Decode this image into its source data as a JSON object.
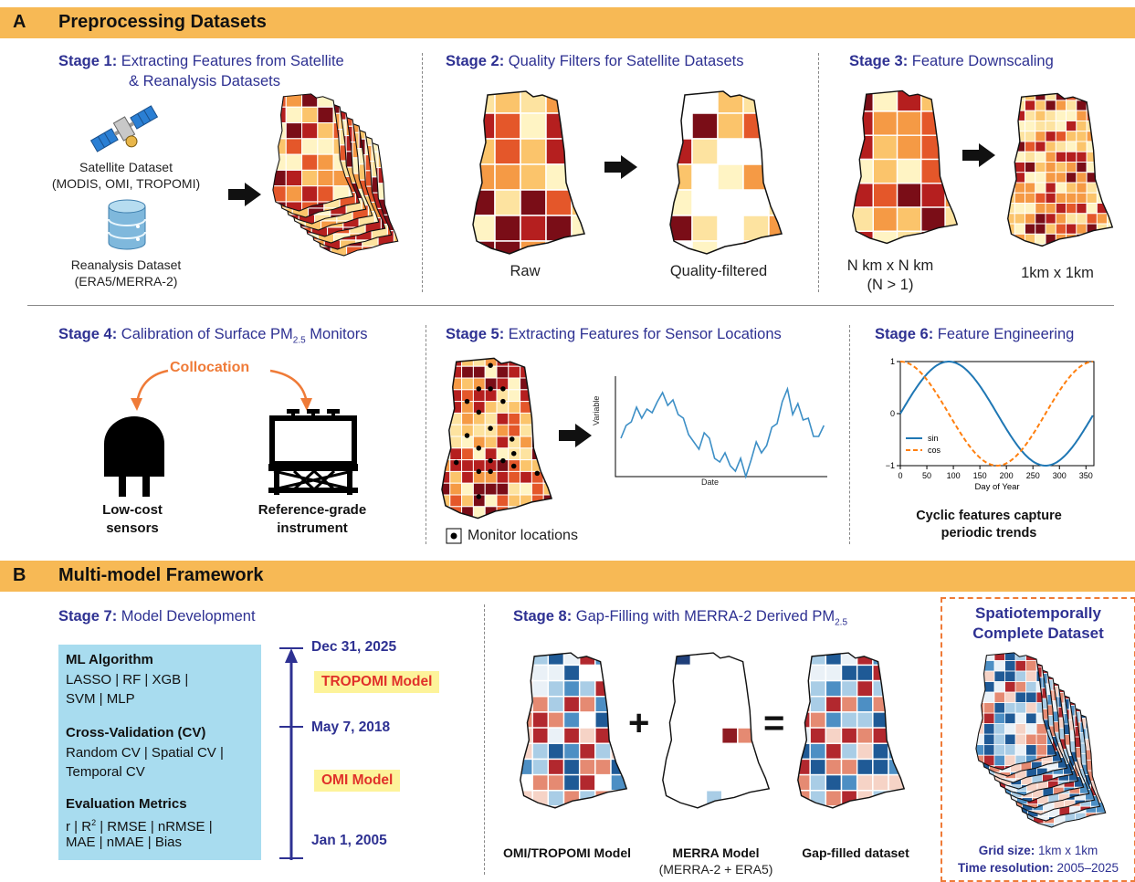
{
  "section_a": {
    "letter": "A",
    "title": "Preprocessing Datasets"
  },
  "section_b": {
    "letter": "B",
    "title": "Multi-model Framework"
  },
  "stage1": {
    "prefix": "Stage 1:",
    "title_line1": "Extracting Features from Satellite",
    "title_line2": "& Reanalysis Datasets",
    "satellite_label_1": "Satellite Dataset",
    "satellite_label_2": "(MODIS, OMI, TROPOMI)",
    "reanalysis_label_1": "Reanalysis Dataset",
    "reanalysis_label_2": "(ERA5/MERRA-2)"
  },
  "stage2": {
    "prefix": "Stage 2:",
    "title": "Quality Filters for Satellite Datasets",
    "raw_label": "Raw",
    "filtered_label": "Quality-filtered"
  },
  "stage3": {
    "prefix": "Stage 3:",
    "title": "Feature Downscaling",
    "coarse_label_1": "N km x N km",
    "coarse_label_2": "(N > 1)",
    "fine_label": "1km x 1km"
  },
  "stage4": {
    "prefix": "Stage 4:",
    "title": "Calibration of Surface PM",
    "title_sub": "2.5",
    "title_suffix": " Monitors",
    "collocation": "Collocation",
    "lowcost_1": "Low-cost",
    "lowcost_2": "sensors",
    "ref_1": "Reference-grade",
    "ref_2": "instrument"
  },
  "stage5": {
    "prefix": "Stage 5:",
    "title": "Extracting Features for Sensor Locations",
    "legend": "Monitor locations",
    "chart_xlabel": "Date",
    "chart_ylabel": "Variable"
  },
  "stage6": {
    "prefix": "Stage 6:",
    "title": "Feature Engineering",
    "caption_1": "Cyclic features capture",
    "caption_2": "periodic trends"
  },
  "stage7": {
    "prefix": "Stage 7:",
    "title": "Model Development",
    "ml_heading": "ML Algorithm",
    "ml_line1": "LASSO | RF | XGB |",
    "ml_line2": "SVM | MLP",
    "cv_heading": "Cross-Validation (CV)",
    "cv_line1": "Random CV | Spatial CV |",
    "cv_line2": "Temporal CV",
    "em_heading": "Evaluation Metrics",
    "em_line1_a": "r | R",
    "em_line1_sup": "2",
    "em_line1_b": " | RMSE | nRMSE |",
    "em_line2": "MAE | nMAE | Bias",
    "date_top": "Dec 31, 2025",
    "date_mid": "May 7, 2018",
    "date_bottom": "Jan 1, 2005",
    "tropomi_model": "TROPOMI Model",
    "omi_model": "OMI Model"
  },
  "stage8": {
    "prefix": "Stage 8:",
    "title": "Gap-Filling with MERRA-2 Derived PM",
    "title_sub": "2.5",
    "omi_tropomi_label": "OMI/TROPOMI Model",
    "merra_label_1": "MERRA Model",
    "merra_label_2": "(MERRA-2 + ERA5)",
    "gapfilled_label": "Gap-filled dataset",
    "plus": "+",
    "equals": "="
  },
  "final": {
    "title_1": "Spatiotemporally",
    "title_2": "Complete Dataset",
    "grid_label": "Grid size:",
    "grid_value": "1km x 1km",
    "time_label": "Time resolution:",
    "time_value": "2005–2025"
  },
  "chart_data": {
    "type": "line",
    "xlabel": "Day of Year",
    "ylabel": "",
    "xlim": [
      0,
      365
    ],
    "ylim": [
      -1,
      1
    ],
    "xticks": [
      0,
      50,
      100,
      150,
      200,
      250,
      300,
      350
    ],
    "yticks": [
      -1,
      0,
      1
    ],
    "series": [
      {
        "name": "sin",
        "color": "#1f77b4",
        "style": "solid",
        "function": "sin(2*pi*day/365)"
      },
      {
        "name": "cos",
        "color": "#ff7f0e",
        "style": "dashed",
        "function": "cos(2*pi*day/365)"
      }
    ],
    "legend_position": "bottom-left"
  },
  "colors": {
    "accent_blue": "#2e3192",
    "band": "#f7b955",
    "orange": "#ef7b38",
    "model_red": "#e0312a"
  }
}
